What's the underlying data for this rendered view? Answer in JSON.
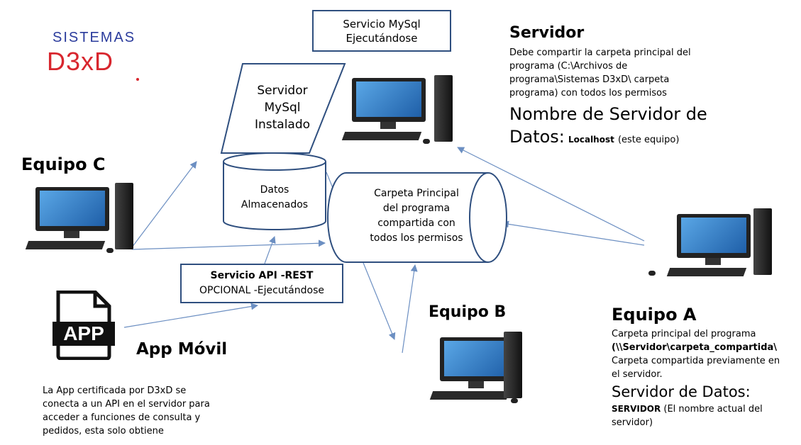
{
  "logo": {
    "line1": "SISTEMAS",
    "line2": "D3xD"
  },
  "service_mysql": {
    "line1": "Servicio MySql",
    "line2": "Ejecutándose"
  },
  "server_shape": {
    "line1": "Servidor",
    "line2": "MySql",
    "line3": "Instalado"
  },
  "database": {
    "line1": "Datos",
    "line2": "Almacenados"
  },
  "folder": {
    "line1": "Carpeta Principal",
    "line2": "del programa",
    "line3": "compartida con",
    "line4": "todos los permisos"
  },
  "api_service": {
    "line1": "Servicio API -REST",
    "line2": "OPCIONAL -Ejecutándose"
  },
  "servidor": {
    "title": "Servidor",
    "desc1": "Debe compartir la carpeta principal del",
    "desc2": "programa (C:\\Archivos de",
    "desc3": "programa\\Sistemas D3xD\\ carpeta",
    "desc4": "programa) con todos los permisos",
    "name_label1": "Nombre de Servidor de",
    "name_label2": "Datos:",
    "name_value": "Localhost",
    "name_note": "(este equipo)"
  },
  "equipo_c": {
    "title": "Equipo C"
  },
  "equipo_b": {
    "title": "Equipo B"
  },
  "equipo_a": {
    "title": "Equipo A",
    "line1": "Carpeta principal del programa",
    "line2": "(\\\\Servidor\\carpeta_compartida\\",
    "line3": "Carpeta compartida previamente en",
    "line4": "el servidor.",
    "label": "Servidor de Datos:",
    "value": "SERVIDOR",
    "note1": "(El nombre actual del",
    "note2": "servidor)"
  },
  "app": {
    "icon_text": "APP",
    "title": "App Móvil",
    "desc1": "La App certificada por D3xD se",
    "desc2": "conecta a un API en el servidor para",
    "desc3": "acceder a funciones de consulta y",
    "desc4": "pedidos, esta solo obtiene"
  },
  "colors": {
    "border": "#2f4f7f",
    "arrow": "#6c8fc2",
    "logo_blue": "#2a3b9c",
    "logo_red": "#d8262e"
  }
}
